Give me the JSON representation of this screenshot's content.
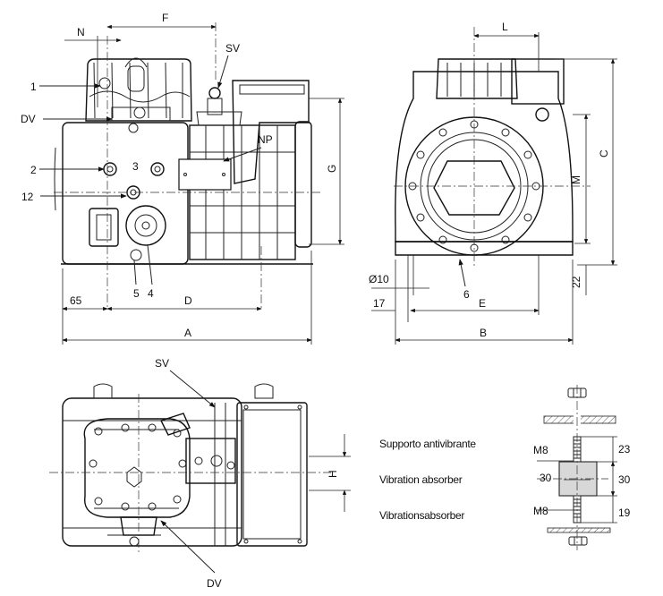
{
  "labels": {
    "N": "N",
    "F": "F",
    "SV": "SV",
    "L": "L",
    "one": "1",
    "DV": "DV",
    "NP": "NP",
    "G": "G",
    "C": "C",
    "M": "M",
    "two": "2",
    "three": "3",
    "twelve": "12",
    "five": "5",
    "four": "4",
    "d65": "65",
    "D": "D",
    "A": "A",
    "phi10": "Ø10",
    "d17": "17",
    "six": "6",
    "E": "E",
    "B": "B",
    "d22": "22",
    "SV_top": "SV",
    "H": "H",
    "DV_bottom": "DV"
  },
  "absorber": {
    "title_it": "Supporto antivibrante",
    "title_en": "Vibration absorber",
    "title_de": "Vibrationsabsorber",
    "bolt_top": "M8",
    "width": "30",
    "bolt_bottom": "M8",
    "dim_top": "23",
    "dim_mid": "30",
    "dim_bottom": "19"
  }
}
